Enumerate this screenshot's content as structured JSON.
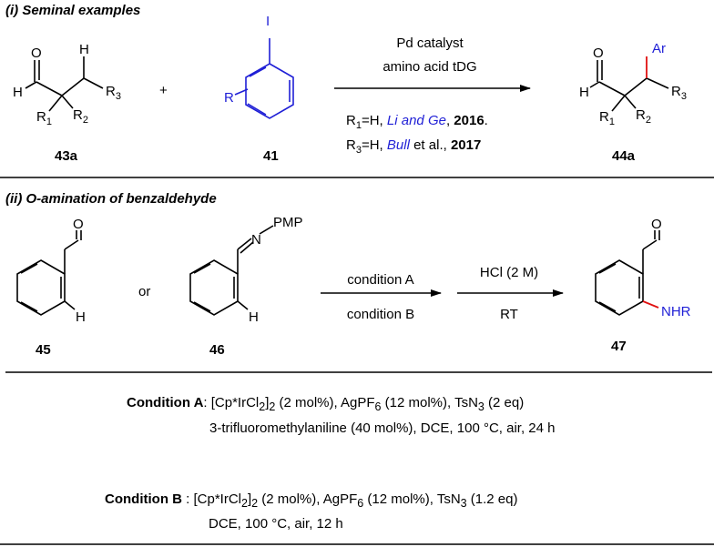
{
  "section1": {
    "title": "(i) Seminal examples",
    "c43a": {
      "label": "43a",
      "O": "O",
      "H1": "H",
      "H2": "H",
      "R3": "R",
      "R3sub": "3",
      "R1": "R",
      "R1sub": "1",
      "R2": "R",
      "R2sub": "2"
    },
    "plus": "+",
    "c41": {
      "label": "41",
      "I": "I",
      "R": "R"
    },
    "arrow": {
      "line1": "Pd catalyst",
      "line2": "amino acid tDG",
      "ref1": {
        "prefix": "R",
        "sub": "1",
        "eq": "=H, ",
        "authors": "Li and Ge",
        "sep": ", ",
        "year": "2016",
        "end": "."
      },
      "ref2": {
        "prefix": "R",
        "sub": "3",
        "eq": "=H, ",
        "author": "Bull",
        "etal": " et al., ",
        "year": "2017"
      }
    },
    "c44a": {
      "label": "44a",
      "O": "O",
      "H": "H",
      "Ar": "Ar",
      "R3": "R",
      "R3sub": "3",
      "R1": "R",
      "R1sub": "1",
      "R2": "R",
      "R2sub": "2"
    }
  },
  "section2": {
    "title": "(ii) O-amination of benzaldehyde",
    "c45": {
      "label": "45",
      "O": "O",
      "H": "H"
    },
    "or": "or",
    "c46": {
      "label": "46",
      "N": "N",
      "PMP": "PMP",
      "H": "H"
    },
    "arrow1": {
      "top": "condition A",
      "bottom": "condition B"
    },
    "arrow2": {
      "top": "HCl (2 M)",
      "bottom": "RT"
    },
    "c47": {
      "label": "47",
      "O": "O",
      "NHR": "NHR"
    }
  },
  "conditions": {
    "A": {
      "label": "Condition A",
      "line1": [
        ": [Cp*IrCl",
        "2",
        "]",
        "2",
        " (2 mol%), AgPF",
        "6",
        " (12 mol%), TsN",
        "3",
        " (2 eq)"
      ],
      "line2": "3-trifluoromethylaniline (40 mol%), DCE, 100 °C, air, 24 h"
    },
    "B": {
      "label": "Condition B",
      "line1": [
        " : [Cp*IrCl",
        "2",
        "]",
        "2",
        " (2 mol%), AgPF",
        "6",
        " (12 mol%), TsN",
        "3",
        " (1.2 eq)"
      ],
      "line2": "DCE, 100 °C, air, 12 h"
    }
  },
  "colors": {
    "blue": "#1f1fd6",
    "red": "#e01010",
    "black": "#000000"
  }
}
